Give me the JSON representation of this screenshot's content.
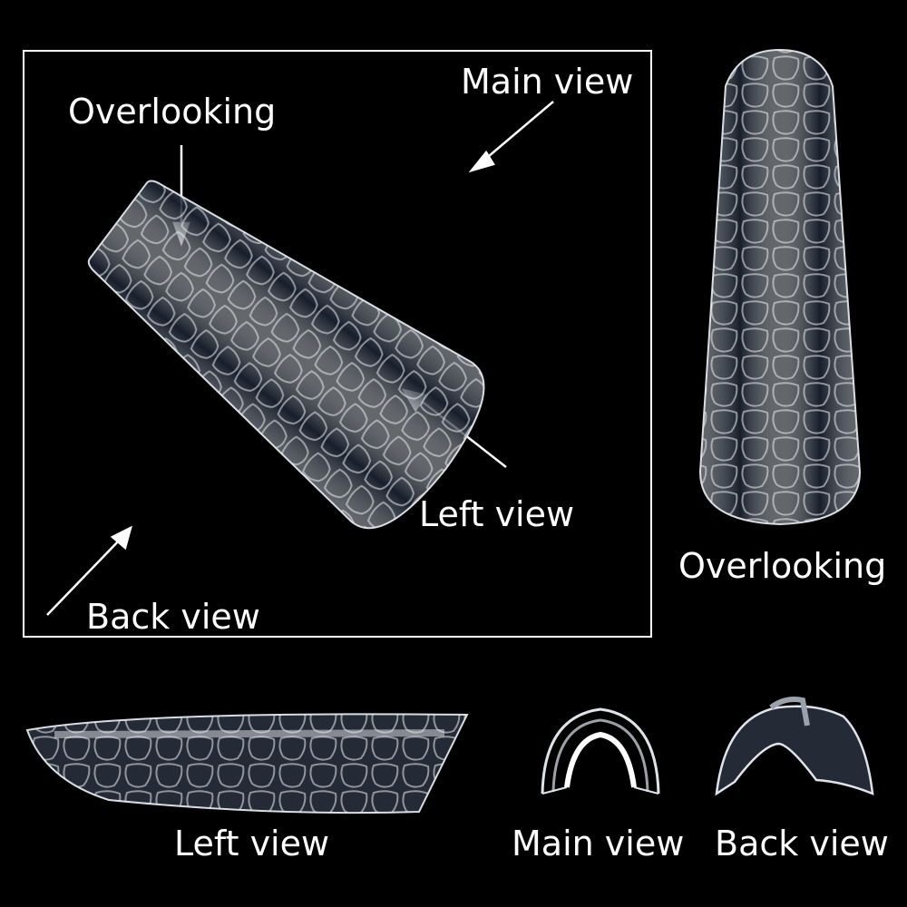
{
  "labels": {
    "overlooking_box": "Overlooking",
    "main_view_box": "Main view",
    "left_view_box": "Left view",
    "back_view_box": "Back view",
    "overlooking_right": "Overlooking",
    "left_view_bottom": "Left view",
    "main_view_bottom": "Main view",
    "back_view_bottom": "Back view"
  },
  "colors": {
    "background": "#000000",
    "text": "#ffffff",
    "tip_edge": "#d8dde2"
  }
}
